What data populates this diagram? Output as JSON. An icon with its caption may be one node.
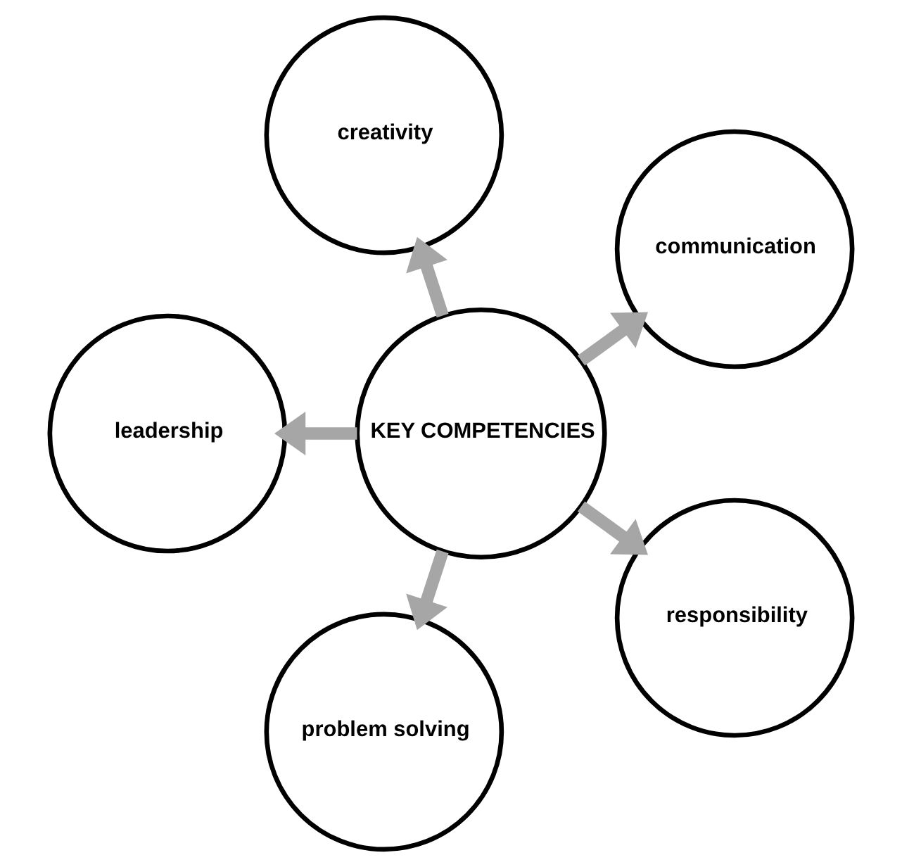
{
  "diagram": {
    "nodes": [
      {
        "text": [
          "communication"
        ]
      },
      {
        "text": [
          "creativity"
        ]
      },
      {
        "text": [
          "KEY COMPETENCIES"
        ]
      },
      {
        "text": [
          "leadership"
        ]
      },
      {
        "text": [
          "problem solving"
        ]
      },
      {
        "text": [
          "responsibility"
        ]
      }
    ],
    "edges": [
      {
        "from": 2,
        "to": 0,
        "arrow": "to"
      },
      {
        "from": 2,
        "to": 3,
        "arrow": "to"
      },
      {
        "from": 2,
        "to": 5,
        "arrow": "to"
      },
      {
        "from": 2,
        "to": 4,
        "arrow": "to"
      },
      {
        "from": 2,
        "to": 1,
        "arrow": "to"
      }
    ]
  }
}
